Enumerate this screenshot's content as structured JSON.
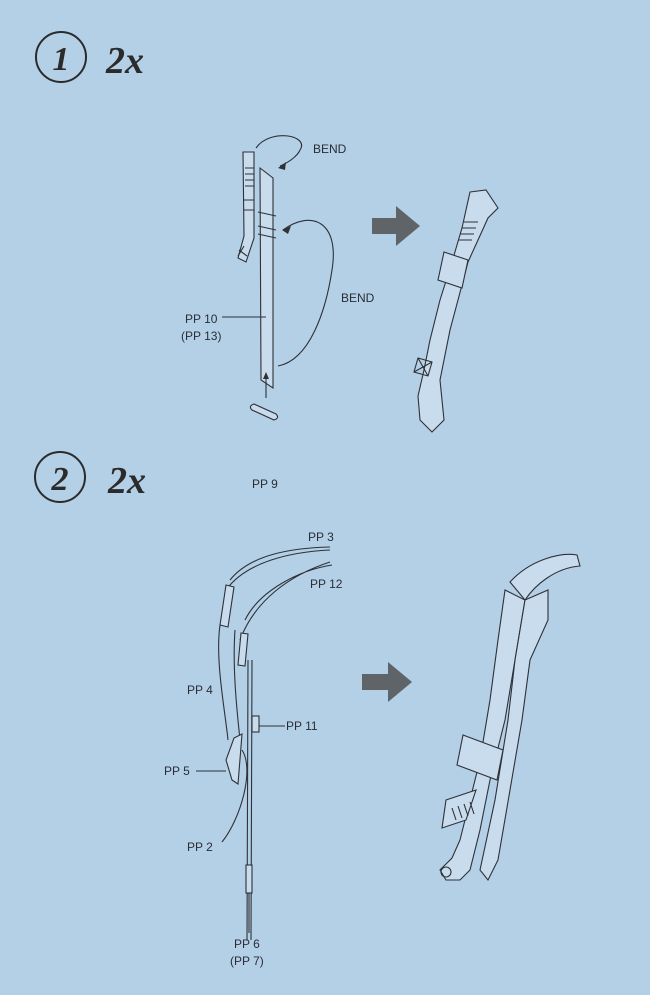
{
  "steps": [
    {
      "number": "1",
      "quantity": "2x",
      "labels": {
        "bend_top": "BEND",
        "bend_side": "BEND",
        "part_main": "PP 10",
        "part_alt": "(PP 13)",
        "part_bottom": "PP 9"
      }
    },
    {
      "number": "2",
      "quantity": "2x",
      "labels": {
        "pp3": "PP 3",
        "pp12": "PP 12",
        "pp4": "PP 4",
        "pp11": "PP 11",
        "pp5": "PP 5",
        "pp2": "PP 2",
        "pp6": "PP 6",
        "pp7": "(PP 7)"
      }
    }
  ],
  "colors": {
    "background": "#b4d0e7",
    "arrow": "#5f6468",
    "ink": "#2e3136"
  }
}
